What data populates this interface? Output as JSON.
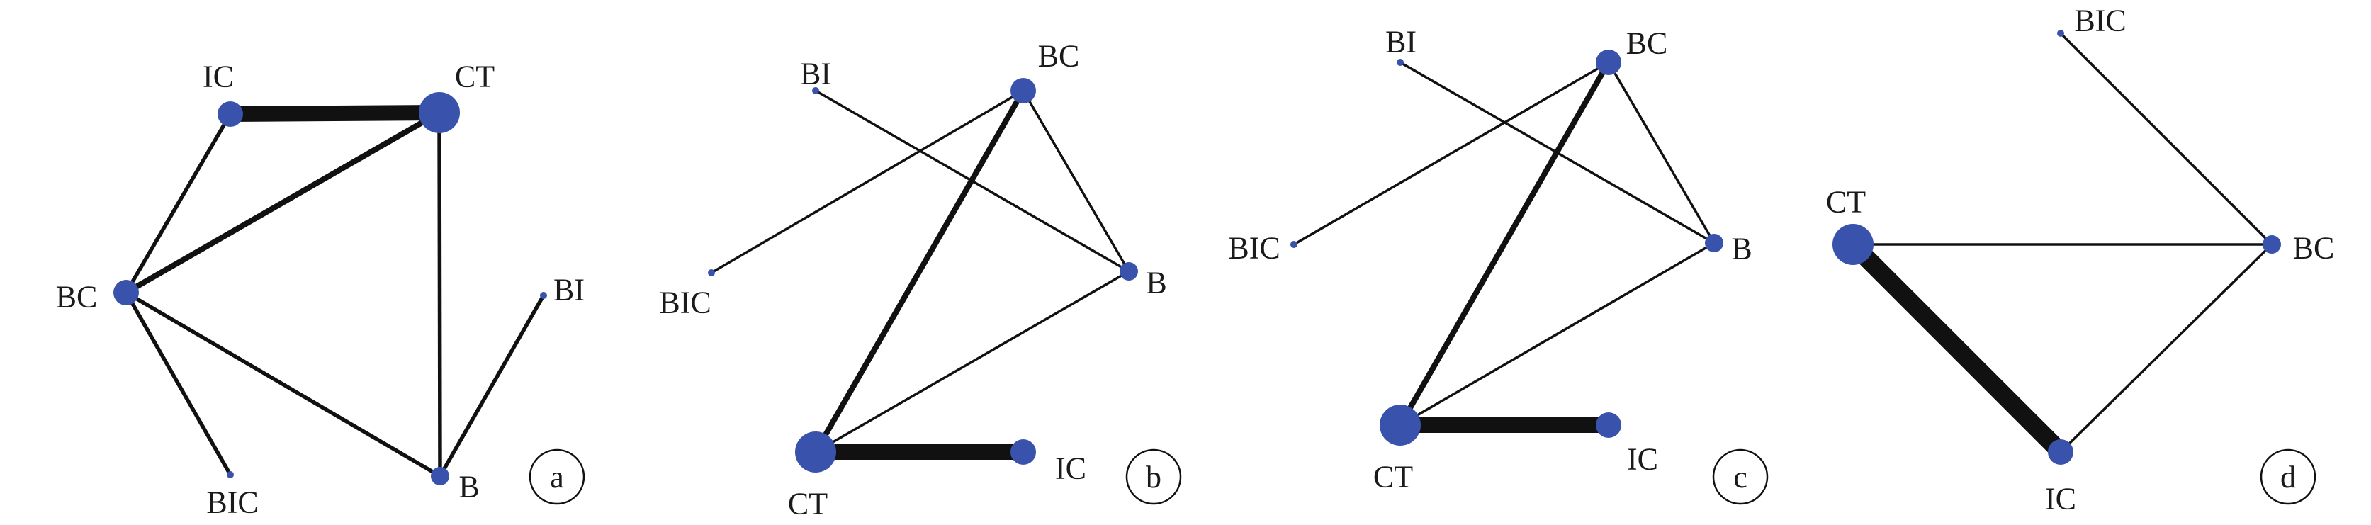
{
  "node_color": "#3953ad",
  "edge_color": "#111111",
  "panels": [
    {
      "label": "a",
      "nodes": [
        {
          "id": "IC",
          "label": "IC",
          "size": "medium"
        },
        {
          "id": "CT",
          "label": "CT",
          "size": "large"
        },
        {
          "id": "BC",
          "label": "BC",
          "size": "medium"
        },
        {
          "id": "BI",
          "label": "BI",
          "size": "tiny"
        },
        {
          "id": "BIC",
          "label": "BIC",
          "size": "tiny"
        },
        {
          "id": "B",
          "label": "B",
          "size": "small"
        }
      ],
      "edges": [
        {
          "from": "IC",
          "to": "CT",
          "weight": "very-thick"
        },
        {
          "from": "BC",
          "to": "CT",
          "weight": "thick"
        },
        {
          "from": "IC",
          "to": "BC",
          "weight": "medium"
        },
        {
          "from": "CT",
          "to": "B",
          "weight": "medium"
        },
        {
          "from": "BC",
          "to": "B",
          "weight": "medium"
        },
        {
          "from": "BC",
          "to": "BIC",
          "weight": "medium"
        },
        {
          "from": "BI",
          "to": "B",
          "weight": "medium"
        }
      ]
    },
    {
      "label": "b",
      "nodes": [
        {
          "id": "BI",
          "label": "BI",
          "size": "tiny"
        },
        {
          "id": "BC",
          "label": "BC",
          "size": "medium"
        },
        {
          "id": "B",
          "label": "B",
          "size": "small"
        },
        {
          "id": "BIC",
          "label": "BIC",
          "size": "tiny"
        },
        {
          "id": "CT",
          "label": "CT",
          "size": "large"
        },
        {
          "id": "IC",
          "label": "IC",
          "size": "medium"
        }
      ],
      "edges": [
        {
          "from": "BI",
          "to": "B",
          "weight": "thin"
        },
        {
          "from": "BIC",
          "to": "BC",
          "weight": "thin"
        },
        {
          "from": "BC",
          "to": "B",
          "weight": "thin"
        },
        {
          "from": "BC",
          "to": "CT",
          "weight": "thick"
        },
        {
          "from": "CT",
          "to": "B",
          "weight": "thin"
        },
        {
          "from": "CT",
          "to": "IC",
          "weight": "very-thick"
        }
      ]
    },
    {
      "label": "c",
      "nodes": [
        {
          "id": "BI",
          "label": "BI",
          "size": "tiny"
        },
        {
          "id": "BC",
          "label": "BC",
          "size": "medium"
        },
        {
          "id": "BIC",
          "label": "BIC",
          "size": "tiny"
        },
        {
          "id": "B",
          "label": "B",
          "size": "small"
        },
        {
          "id": "CT",
          "label": "CT",
          "size": "large"
        },
        {
          "id": "IC",
          "label": "IC",
          "size": "medium"
        }
      ],
      "edges": [
        {
          "from": "BI",
          "to": "B",
          "weight": "thin"
        },
        {
          "from": "BIC",
          "to": "BC",
          "weight": "thin"
        },
        {
          "from": "BC",
          "to": "B",
          "weight": "thin"
        },
        {
          "from": "BC",
          "to": "CT",
          "weight": "thick"
        },
        {
          "from": "CT",
          "to": "B",
          "weight": "thin"
        },
        {
          "from": "CT",
          "to": "IC",
          "weight": "very-thick"
        }
      ]
    },
    {
      "label": "d",
      "nodes": [
        {
          "id": "BIC",
          "label": "BIC",
          "size": "tiny"
        },
        {
          "id": "CT",
          "label": "CT",
          "size": "large"
        },
        {
          "id": "BC",
          "label": "BC",
          "size": "small"
        },
        {
          "id": "IC",
          "label": "IC",
          "size": "medium"
        }
      ],
      "edges": [
        {
          "from": "BIC",
          "to": "BC",
          "weight": "thin"
        },
        {
          "from": "CT",
          "to": "BC",
          "weight": "thin"
        },
        {
          "from": "CT",
          "to": "IC",
          "weight": "extra-thick"
        },
        {
          "from": "IC",
          "to": "BC",
          "weight": "thin"
        }
      ]
    }
  ]
}
